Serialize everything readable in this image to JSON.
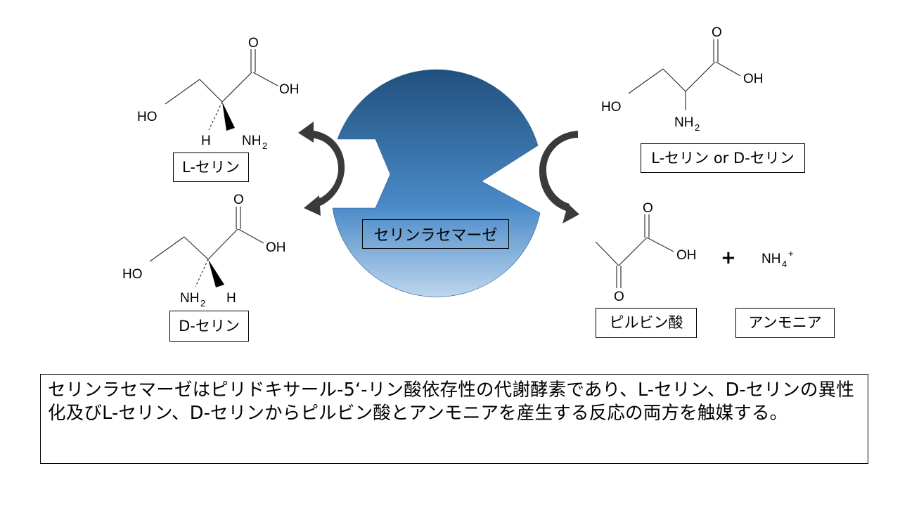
{
  "enzyme": {
    "name": "セリンラセマーゼ",
    "colors": {
      "top": "#21507d",
      "mid": "#4a8ac8",
      "bottom": "#bcd6ee"
    }
  },
  "arrow_color": "#3a3a3a",
  "molecules": {
    "l_serine": {
      "label": "L-セリン",
      "atoms": {
        "carbonyl_o": "O",
        "hydroxyl": "OH",
        "side_chain_oh": "HO",
        "h": "H",
        "amine": "NH",
        "amine_sub": "2"
      }
    },
    "d_serine": {
      "label": "D-セリン",
      "atoms": {
        "carbonyl_o": "O",
        "hydroxyl": "OH",
        "side_chain_oh": "HO",
        "h": "H",
        "amine": "NH",
        "amine_sub": "2"
      }
    },
    "serine_generic": {
      "label": "L-セリン or D-セリン",
      "atoms": {
        "carbonyl_o": "O",
        "hydroxyl": "OH",
        "side_chain_oh": "HO",
        "amine": "NH",
        "amine_sub": "2"
      }
    },
    "pyruvate": {
      "label": "ピルビン酸",
      "atoms": {
        "carbonyl_o": "O",
        "hydroxyl": "OH",
        "keto_o": "O"
      }
    },
    "ammonium": {
      "label": "アンモニア",
      "formula": {
        "base": "NH",
        "sub": "4",
        "sup": "+"
      }
    }
  },
  "plus_sign": "+",
  "description": "セリンラセマーゼはピリドキサール-5‘-リン酸依存性の代謝酵素であり、L-セリン、D-セリンの異性化及びL-セリン、D-セリンからピルビン酸とアンモニアを産生する反応の両方を触媒する。"
}
